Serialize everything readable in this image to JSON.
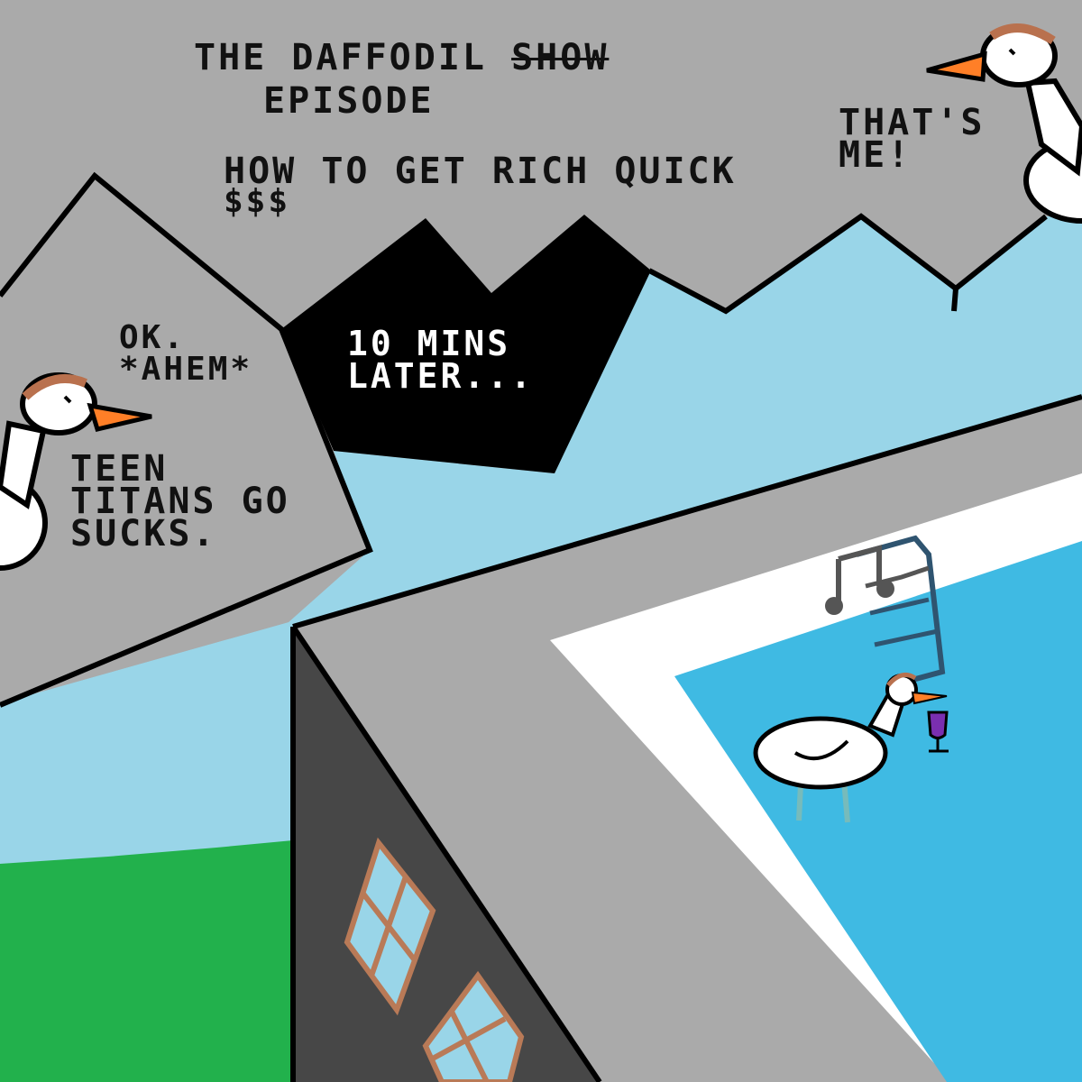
{
  "caption": {
    "title": "THE DAFFODIL",
    "title_struck": "SHOW",
    "subtitle": "EPISODE",
    "topic_line1": "HOW TO GET RICH QUICK",
    "topic_line2": "$$$"
  },
  "bubbles": {
    "right_goose": {
      "line1": "THAT'S",
      "line2": "ME!"
    },
    "left_goose": {
      "intro_line1": "OK.",
      "intro_line2": "*AHEM*",
      "line1": "TEEN",
      "line2": "TITANS GO",
      "line3": "SUCKS."
    },
    "time_skip": {
      "line1": "10 MINS",
      "line2": "LATER..."
    }
  },
  "icons": [
    "goose-icon",
    "music-note-icon",
    "wine-glass-icon",
    "pool-ladder-icon",
    "window-icon"
  ],
  "colors": {
    "background_gray": "#aaaaaa",
    "sky": "#99d5e8",
    "grass": "#22b14c",
    "building_wall": "#474747",
    "roof": "#aaaaaa",
    "pool_deck": "#ffffff",
    "pool_water": "#3fbae3",
    "beak": "#ff7f27",
    "goggles": "#b9714e",
    "window_frame": "#b97a57",
    "timeskip_box": "#000000"
  }
}
